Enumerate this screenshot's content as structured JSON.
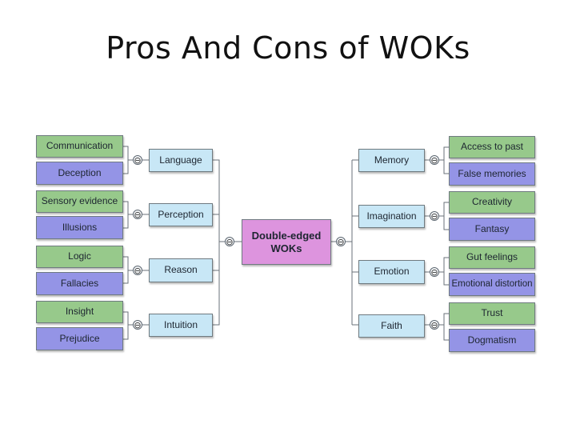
{
  "title": "Pros And Cons of WOKs",
  "center": {
    "line1": "Double-edged",
    "line2": "WOKs"
  },
  "left_branches": [
    {
      "ways": "Language",
      "pro": "Communication",
      "con": "Deception"
    },
    {
      "ways": "Perception",
      "pro": "Sensory evidence",
      "con": "Illusions"
    },
    {
      "ways": "Reason",
      "pro": "Logic",
      "con": "Fallacies"
    },
    {
      "ways": "Intuition",
      "pro": "Insight",
      "con": "Prejudice"
    }
  ],
  "right_branches": [
    {
      "ways": "Memory",
      "pro": "Access to past",
      "con": "False memories"
    },
    {
      "ways": "Imagination",
      "pro": "Creativity",
      "con": "Fantasy"
    },
    {
      "ways": "Emotion",
      "pro": "Gut feelings",
      "con": "Emotional distortion"
    },
    {
      "ways": "Faith",
      "pro": "Trust",
      "con": "Dogmatism"
    }
  ],
  "collapse_symbol": "⊖",
  "colors": {
    "pro": "#97c98b",
    "con": "#9494e6",
    "way": "#c8e7f6",
    "center": "#dd94de"
  }
}
